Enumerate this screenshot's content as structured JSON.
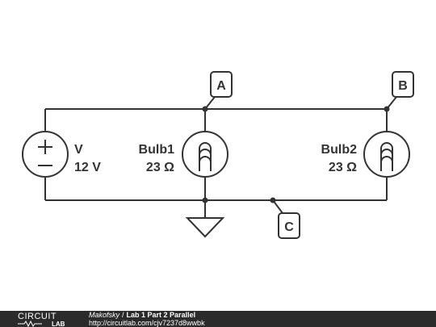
{
  "schematic": {
    "source": {
      "name": "V",
      "value": "12 V"
    },
    "bulb1": {
      "name": "Bulb1",
      "value": "23 Ω"
    },
    "bulb2": {
      "name": "Bulb2",
      "value": "23 Ω"
    },
    "nodes": {
      "a": "A",
      "b": "B",
      "c": "C"
    }
  },
  "footer": {
    "logo_top": "CIRCUIT",
    "logo_bottom": "LAB",
    "author": "Makofsky",
    "separator": "/",
    "title": "Lab 1 Part 2 Parallel",
    "url": "http://circuitlab.com/cjv7237d8wwbk"
  },
  "colors": {
    "ink": "#333333",
    "footer_bg": "#2b2b2b",
    "footer_text": "#ffffff"
  }
}
